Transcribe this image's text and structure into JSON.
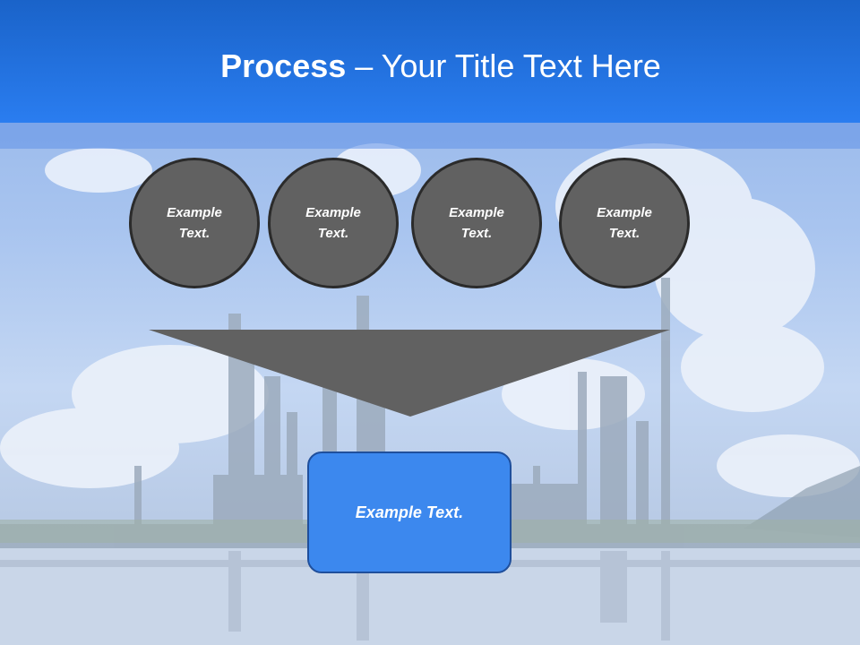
{
  "slide": {
    "title_bold": "Process",
    "title_rest": " – Your Title Text Here"
  },
  "circles": [
    {
      "line1": "Example",
      "line2": "Text."
    },
    {
      "line1": "Example",
      "line2": "Text."
    },
    {
      "line1": "Example",
      "line2": "Text."
    },
    {
      "line1": "Example",
      "line2": "Text."
    }
  ],
  "result": {
    "label": "Example Text."
  },
  "colors": {
    "header_blue": "#2a7df0",
    "circle_fill": "#616161",
    "funnel_fill": "#616161",
    "result_fill": "#3c88ee"
  }
}
